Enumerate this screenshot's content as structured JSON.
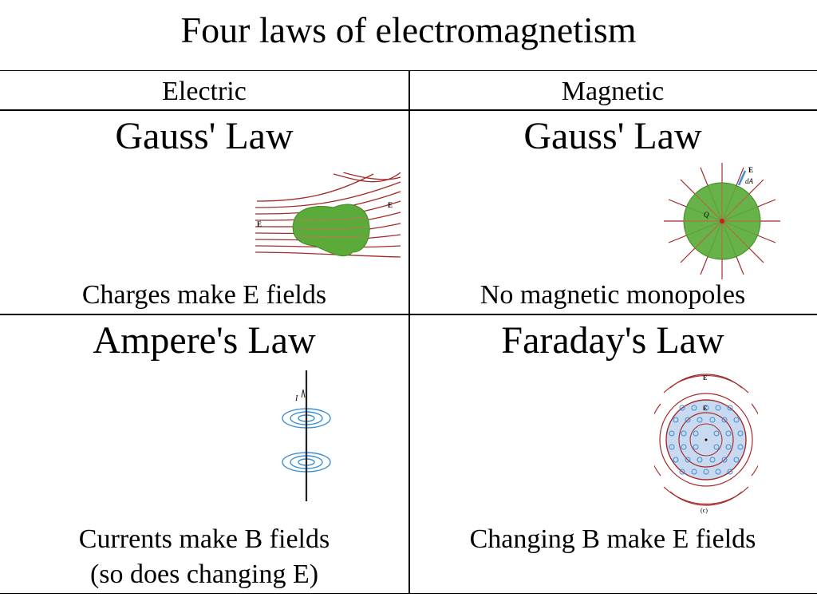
{
  "title": "Four laws of electromagnetism",
  "columns": [
    "Electric",
    "Magnetic"
  ],
  "cells": {
    "gauss_e": {
      "title": "Gauss' Law",
      "caption": "Charges make E fields",
      "figure_labels": [
        "E",
        "E"
      ]
    },
    "gauss_m": {
      "title": "Gauss' Law",
      "caption": "No magnetic monopoles",
      "figure_labels": [
        "E",
        "dA",
        "Q"
      ]
    },
    "ampere": {
      "title": "Ampere's Law",
      "caption_lines": [
        "Currents make B fields",
        "(so does changing E)"
      ],
      "figure_labels": [
        "I"
      ]
    },
    "faraday": {
      "title": "Faraday's Law",
      "caption": "Changing B make E fields",
      "figure_labels": [
        "E",
        "E",
        "(c)"
      ]
    }
  },
  "colors": {
    "field_line": "#a52a2a",
    "surface_green": "#5aab3a",
    "current_blue": "#3a8fd6",
    "flux_fill": "#c9d9ef"
  }
}
